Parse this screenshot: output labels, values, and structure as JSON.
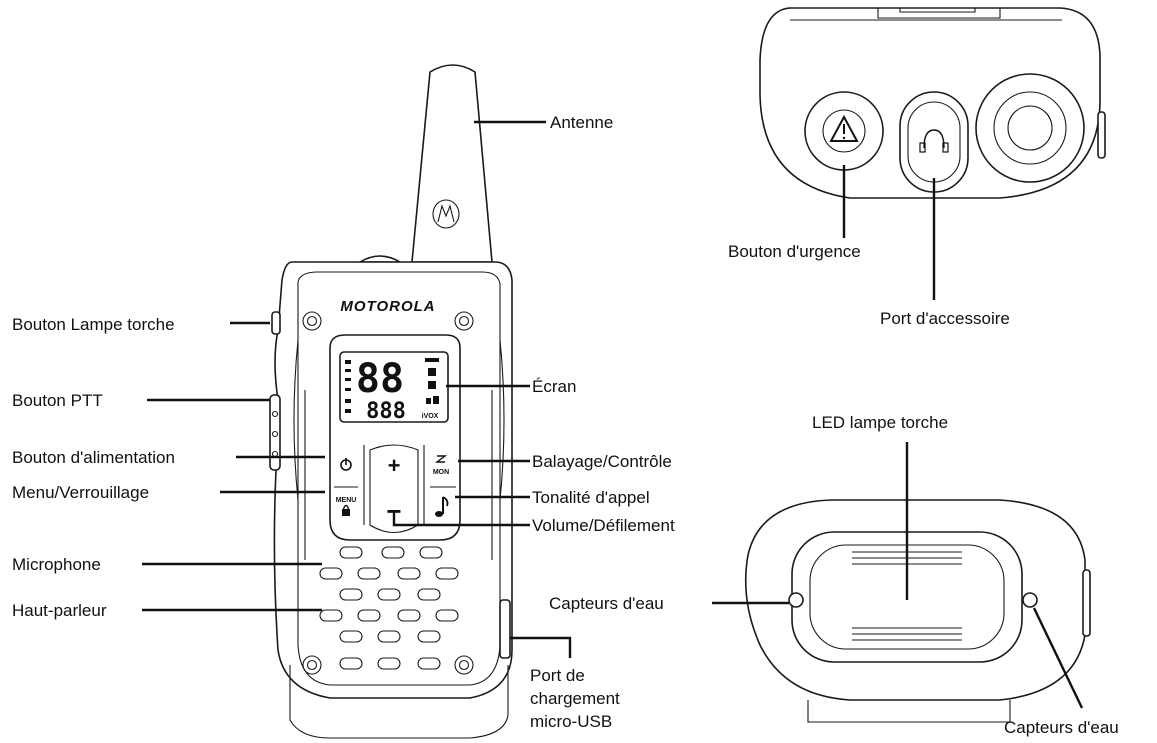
{
  "device": {
    "brand": "MOTOROLA",
    "lcd_digits_top": "88",
    "lcd_digits_bottom": "888",
    "lcd_vox": "iVOX",
    "menu_key": "MENU",
    "mon_key": "MON",
    "plus_key": "+",
    "minus_key": "−"
  },
  "labels": {
    "antenne": "Antenne",
    "bouton_lampe_torche": "Bouton Lampe torche",
    "bouton_ptt": "Bouton PTT",
    "ecran": "Écran",
    "bouton_alimentation": "Bouton d'alimentation",
    "balayage_controle": "Balayage/Contrôle",
    "menu_verrouillage": "Menu/Verrouillage",
    "tonalite_appel": "Tonalité d'appel",
    "volume_defilement": "Volume/Défilement",
    "microphone": "Microphone",
    "haut_parleur": "Haut-parleur",
    "port_chargement": [
      "Port de",
      "chargement",
      "micro-USB"
    ],
    "bouton_urgence": "Bouton d'urgence",
    "port_accessoire": "Port d'accessoire",
    "led_lampe_torche": "LED lampe torche",
    "capteurs_eau_left": "Capteurs d'eau",
    "capteurs_eau_right": "Capteurs d'eau"
  },
  "icons": {
    "warning": "warning-triangle-icon",
    "headset": "headset-icon",
    "power": "power-icon",
    "lock": "lock-icon",
    "music_note": "music-note-icon",
    "motorola_logo": "motorola-logo-icon"
  }
}
